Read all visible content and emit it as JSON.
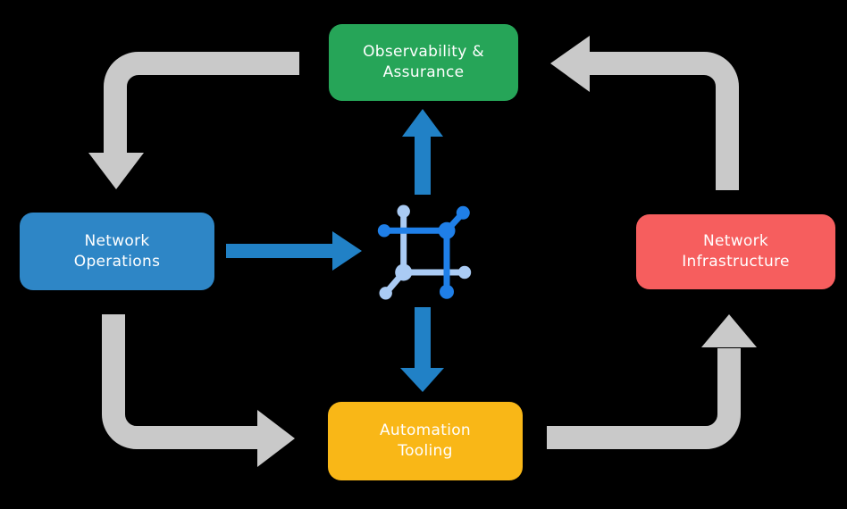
{
  "diagram": {
    "background_color": "#000000",
    "colors": {
      "gray_arrow": "#c9c9c9",
      "blue_arrow": "#2181c6",
      "icon_dark": "#1f7fe8",
      "icon_light": "#aacbf4",
      "label_text": "#ffffff"
    },
    "nodes": {
      "observability": {
        "line1": "Observability &",
        "line2": "Assurance",
        "color": "#26a558"
      },
      "network_operations": {
        "line1": "Network",
        "line2": "Operations",
        "color": "#2e86c6"
      },
      "network_infrastructure": {
        "line1": "Network",
        "line2": "Infrastructure",
        "color": "#f65e5e"
      },
      "automation_tooling": {
        "line1": "Automation",
        "line2": "Tooling",
        "color": "#f9b717"
      }
    },
    "center_icon": {
      "name": "network-fabric-icon"
    },
    "flows": {
      "blue": [
        {
          "from": "network_operations",
          "to": "center"
        },
        {
          "from": "center",
          "to": "observability"
        },
        {
          "from": "center",
          "to": "automation_tooling"
        }
      ],
      "gray": [
        {
          "from": "observability",
          "to": "network_operations"
        },
        {
          "from": "network_operations",
          "to": "automation_tooling"
        },
        {
          "from": "automation_tooling",
          "to": "network_infrastructure"
        },
        {
          "from": "network_infrastructure",
          "to": "observability"
        }
      ]
    }
  }
}
